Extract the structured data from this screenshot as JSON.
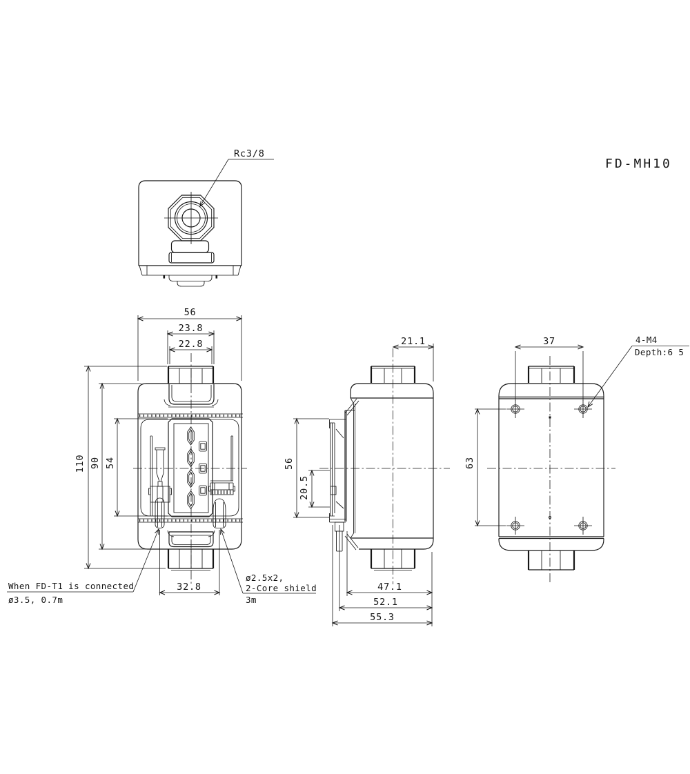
{
  "title": "FD-MH10",
  "top_view": {
    "port_label": "Rc3/8"
  },
  "front_view": {
    "dim_overall_width": "56",
    "dim_connector_outer": "23.8",
    "dim_connector_inner": "22.8",
    "dim_overall_height": "110",
    "dim_body_height": "90",
    "dim_panel_height": "54",
    "dim_cable_spacing": "32.8",
    "note_left_line1": "When FD-T1 is connected",
    "note_left_line2": "ø3.5, 0.7m",
    "note_right_line1": "ø2.5x2,",
    "note_right_line2": "2-Core shield",
    "note_right_line3": "3m"
  },
  "side_view": {
    "dim_center_to_back": "21.1",
    "dim_plate_height": "56",
    "dim_plate_lower": "20.5",
    "dim_depth_1": "47.1",
    "dim_depth_2": "52.1",
    "dim_depth_3": "55.3"
  },
  "back_view": {
    "dim_hole_span_width": "37",
    "dim_hole_span_height": "63",
    "note_holes_line1": "4-M4",
    "note_holes_line2": "Depth:6 5"
  }
}
